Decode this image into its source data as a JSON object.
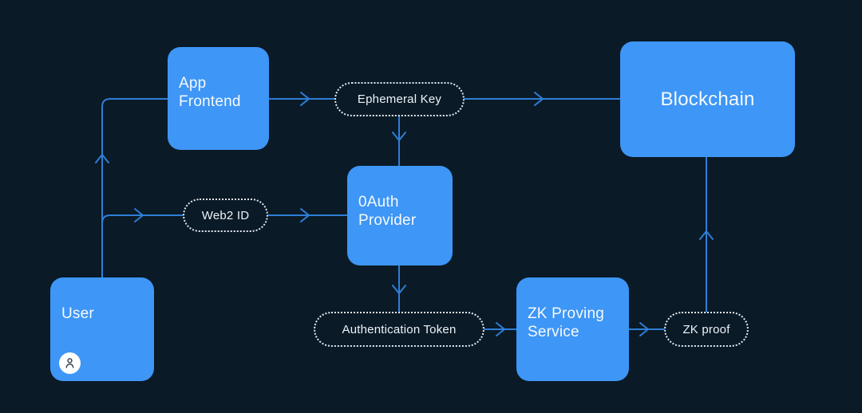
{
  "diagram": {
    "title": "ZK login flow",
    "type": "flow-diagram"
  },
  "colors": {
    "background": "#0a1a26",
    "node_fill": "#3e96f6",
    "node_text": "#f6fafd",
    "connector": "#2e7ed8",
    "pill_border": "#e3eaf2",
    "pill_text": "#edf3f9",
    "avatar_bg": "#ffffff",
    "avatar_icon": "#3d4a57"
  },
  "nodes": {
    "app_frontend": {
      "label": "App\nFrontend"
    },
    "blockchain": {
      "label": "Blockchain"
    },
    "oauth_provider": {
      "label": "0Auth\nProvider"
    },
    "user": {
      "label": "User",
      "icon": "person-icon"
    },
    "zk_proving_service": {
      "label": "ZK Proving\nService"
    }
  },
  "pills": {
    "ephemeral_key": {
      "label": "Ephemeral Key"
    },
    "web2_id": {
      "label": "Web2 ID"
    },
    "authentication_token": {
      "label": "Authentication Token"
    },
    "zk_proof": {
      "label": "ZK proof"
    }
  },
  "edges": [
    {
      "from": "User",
      "to": "App Frontend"
    },
    {
      "from": "User",
      "to": "Web2 ID"
    },
    {
      "from": "Web2 ID",
      "to": "0Auth Provider"
    },
    {
      "from": "App Frontend",
      "to": "Ephemeral Key"
    },
    {
      "from": "Ephemeral Key",
      "to": "Blockchain"
    },
    {
      "from": "Ephemeral Key",
      "to": "0Auth Provider"
    },
    {
      "from": "0Auth Provider",
      "to": "Authentication Token"
    },
    {
      "from": "Authentication Token",
      "to": "ZK Proving Service"
    },
    {
      "from": "ZK Proving Service",
      "to": "ZK proof"
    },
    {
      "from": "ZK proof",
      "to": "Blockchain"
    }
  ]
}
